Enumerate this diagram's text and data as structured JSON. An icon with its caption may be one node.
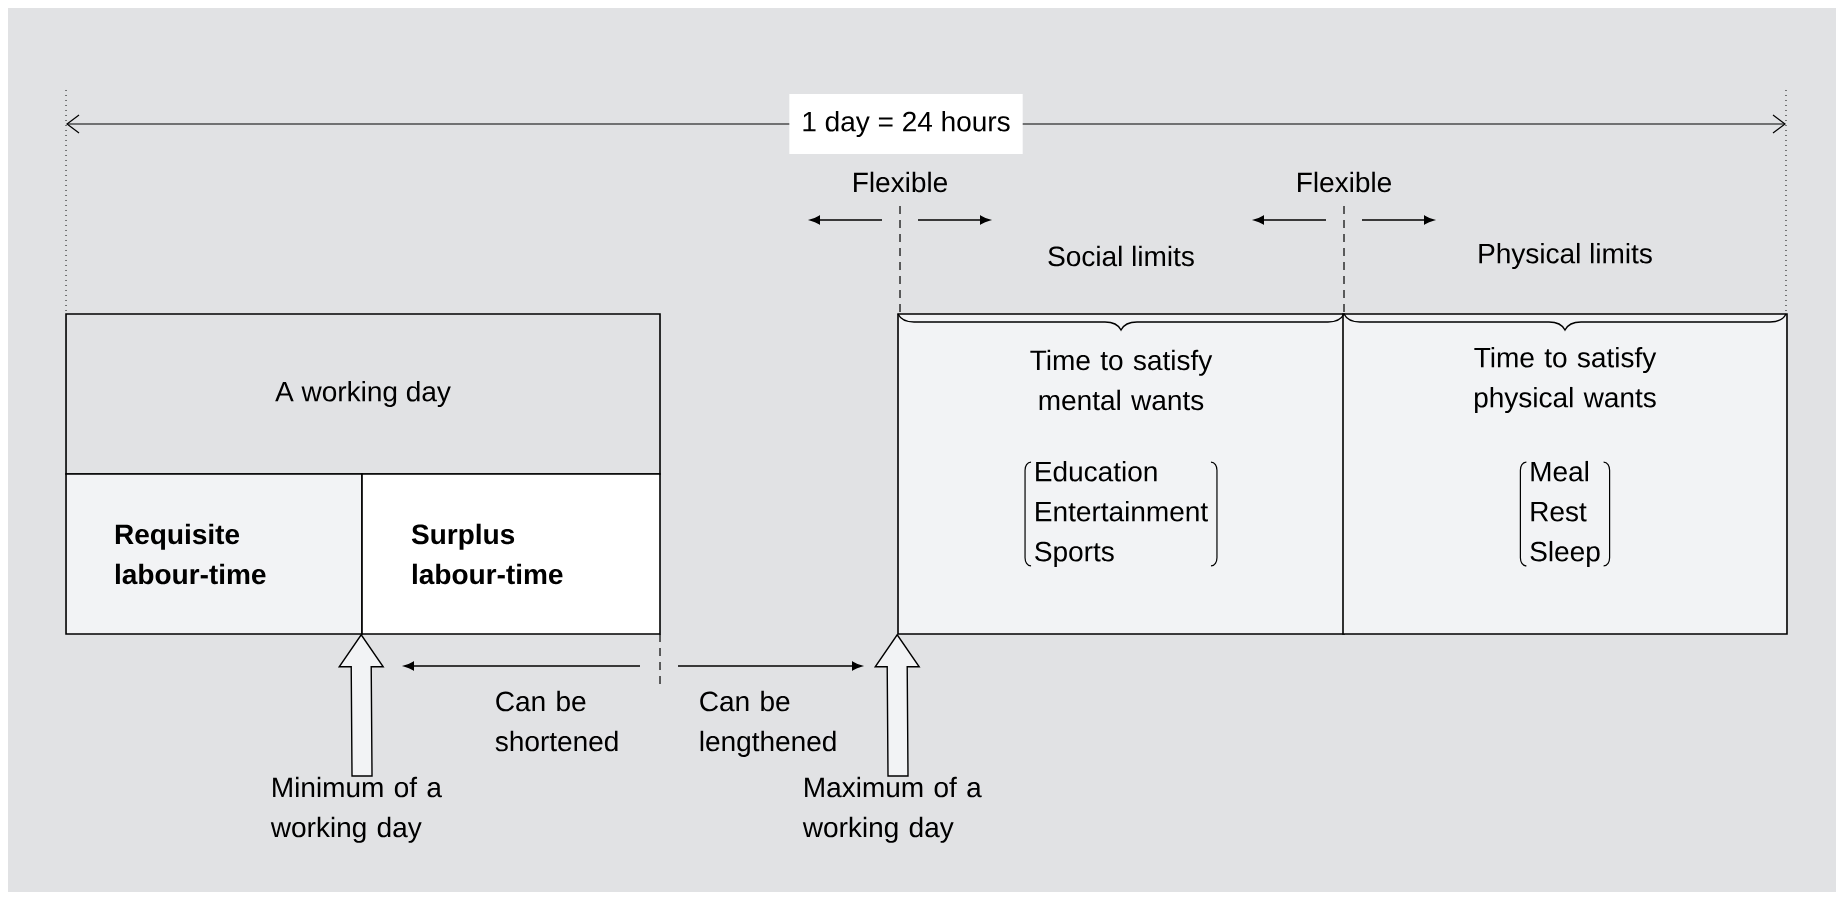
{
  "diagram": {
    "nodes": [
      {
        "text": [
          "A working day"
        ]
      },
      {
        "text": [
          "Requisite labour-time"
        ]
      },
      {
        "text": [
          "Surplus labour-time"
        ]
      },
      {
        "text": [
          "Time to satisfy mental wants",
          "Education",
          "Entertainment",
          "Sports"
        ]
      },
      {
        "text": [
          "Time to satisfy physical wants",
          "Meal",
          "Rest",
          "Sleep"
        ]
      },
      {
        "text": [
          "Minimum of a working day"
        ]
      },
      {
        "text": [
          "Maximum of a working day"
        ]
      }
    ],
    "edges": [
      {
        "from": 5,
        "to": 2,
        "arrow": "to"
      },
      {
        "from": 6,
        "to": 3,
        "arrow": "to"
      }
    ],
    "labels": [
      "1 day = 24 hours",
      "Flexible",
      "Flexible",
      "Social limits",
      "Physical limits",
      "Can be shortened",
      "Can be lengthened"
    ]
  }
}
